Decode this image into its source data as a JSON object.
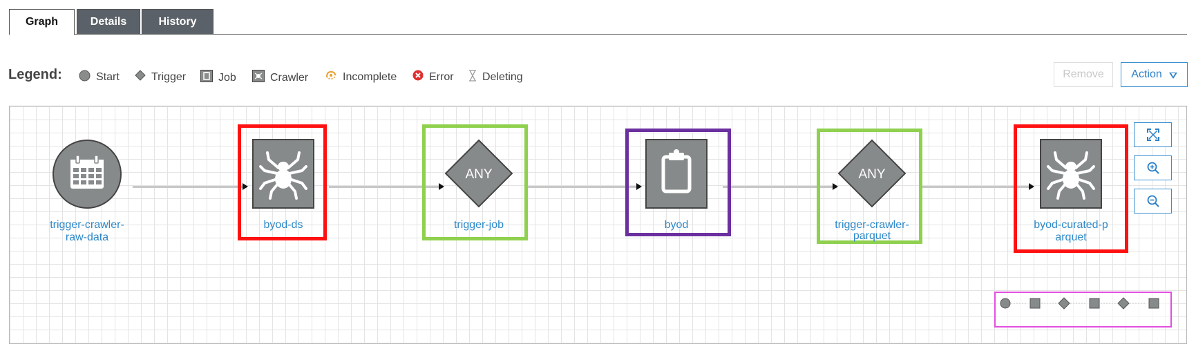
{
  "tabs": [
    {
      "label": "Graph",
      "active": true
    },
    {
      "label": "Details",
      "active": false
    },
    {
      "label": "History",
      "active": false
    }
  ],
  "legend": {
    "title": "Legend:",
    "items": [
      {
        "label": "Start",
        "icon": "circle-icon"
      },
      {
        "label": "Trigger",
        "icon": "diamond-icon"
      },
      {
        "label": "Job",
        "icon": "job-icon"
      },
      {
        "label": "Crawler",
        "icon": "crawler-icon"
      },
      {
        "label": "Incomplete",
        "icon": "incomplete-icon"
      },
      {
        "label": "Error",
        "icon": "error-icon"
      },
      {
        "label": "Deleting",
        "icon": "hourglass-icon"
      }
    ]
  },
  "toolbar": {
    "remove_label": "Remove",
    "action_label": "Action"
  },
  "graph": {
    "nodes": [
      {
        "id": "start",
        "type": "start",
        "label_line1": "trigger-crawler-",
        "label_line2": "raw-data"
      },
      {
        "id": "byod-ds",
        "type": "crawler",
        "label_line1": "byod-ds",
        "label_line2": ""
      },
      {
        "id": "trigger-job",
        "type": "trigger",
        "glyph": "ANY",
        "label_line1": "trigger-job",
        "label_line2": ""
      },
      {
        "id": "byod",
        "type": "job",
        "label_line1": "byod",
        "label_line2": ""
      },
      {
        "id": "trigger-crawler-parquet",
        "type": "trigger",
        "glyph": "ANY",
        "label_line1": "trigger-crawler-",
        "label_line2": "parquet"
      },
      {
        "id": "byod-curated-parquet",
        "type": "crawler",
        "label_line1": "byod-curated-p",
        "label_line2": "arquet"
      }
    ]
  },
  "colors": {
    "highlight_red": "#ff1111",
    "highlight_green": "#8fd14f",
    "highlight_purple": "#6b30a0",
    "minimap_border": "#e24fe0",
    "node_fill": "#878a8a",
    "link_blue": "#2e89c9"
  }
}
